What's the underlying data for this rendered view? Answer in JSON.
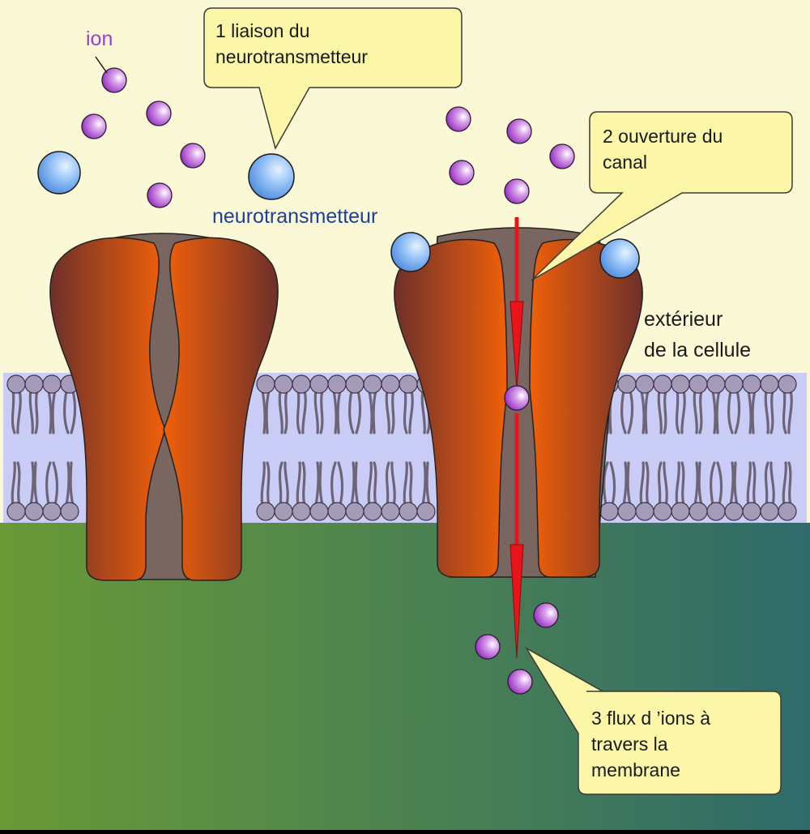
{
  "labels": {
    "ion": "ion",
    "neurotransmitter": "neurotransmetteur",
    "exterior_line1": "extérieur",
    "exterior_line2": "de la cellule"
  },
  "callouts": [
    {
      "lines": [
        "1 liaison du",
        "neurotransmetteur"
      ]
    },
    {
      "lines": [
        "2 ouverture du",
        "canal"
      ]
    },
    {
      "lines": [
        "3 flux d ’ions à",
        "travers la",
        "membrane"
      ]
    }
  ],
  "colors": {
    "exterior_bg": "#fbf8d6",
    "cytoplasm_start": "#6a9a36",
    "cytoplasm_end": "#2f6b6a",
    "membrane_band": "#c9cdf6",
    "lipid_head": "#a59bb8",
    "protein_dark": "#6e302a",
    "protein_bright": "#f0600a",
    "protein_core": "#7a6660",
    "ion_fill": "#c06ad8",
    "neurotransmitter_fill": "#6aa7ee",
    "callout_fill": "#fbf6a8",
    "arrow": "#e8141a",
    "ion_label_color": "#a23bcf",
    "neurotransmitter_label_color": "#1c3f98"
  }
}
